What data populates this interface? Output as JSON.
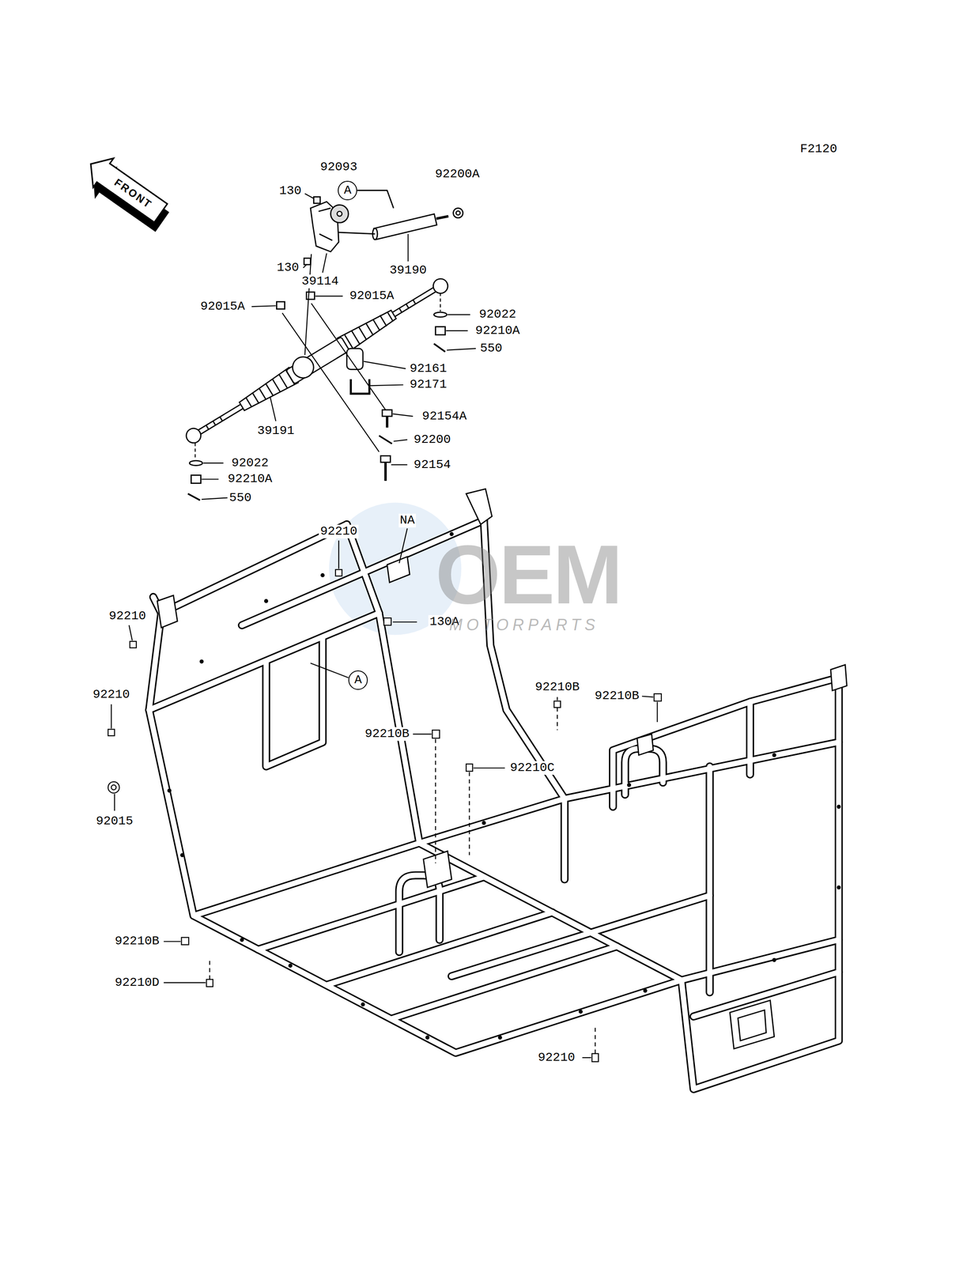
{
  "diagram": {
    "nodes": [
      {
        "text": [
          "A"
        ]
      },
      {
        "text": [
          "A"
        ]
      }
    ],
    "labels": [
      "F2120",
      "FRONT",
      "92093",
      "92200A",
      "130",
      "130",
      "39114",
      "39190",
      "92015A",
      "92015A",
      "92022",
      "92210A",
      "550",
      "92161",
      "92171",
      "92154A",
      "39191",
      "92200",
      "92154",
      "92022",
      "92210A",
      "550",
      "92210",
      "NA",
      "130A",
      "92210",
      "92210",
      "92210B",
      "92210B",
      "92210B",
      "92210C",
      "92015",
      "92210B",
      "92210D",
      "92210",
      "OEM",
      "MOTORPARTS"
    ]
  }
}
